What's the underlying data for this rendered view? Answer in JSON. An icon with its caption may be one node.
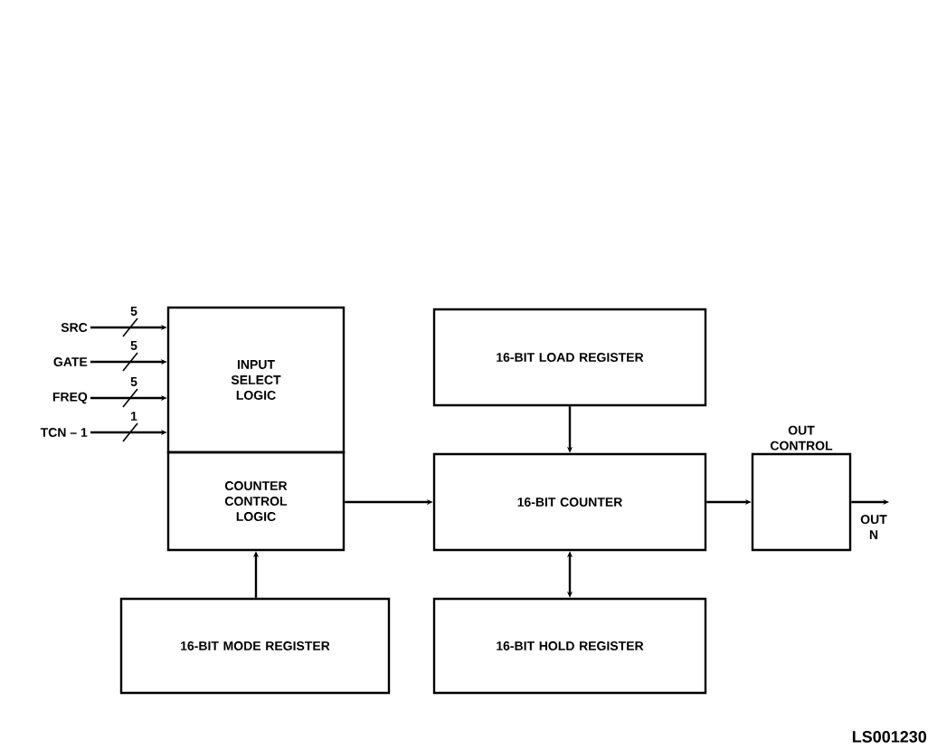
{
  "diagram": {
    "nodes": [
      {
        "text": [
          "INPUT SELECT LOGIC"
        ]
      },
      {
        "text": [
          "COUNTER CONTROL LOGIC"
        ]
      },
      {
        "text": [
          "16-BIT MODE REGISTER"
        ]
      },
      {
        "text": [
          "16-BIT LOAD REGISTER"
        ]
      },
      {
        "text": [
          "16-BIT COUNTER"
        ]
      },
      {
        "text": [
          "16-BIT HOLD REGISTER"
        ]
      },
      {
        "text": [
          "OUT CONTROL"
        ]
      },
      {
        "text": [
          "SRC"
        ]
      },
      {
        "text": [
          "GATE"
        ]
      },
      {
        "text": [
          "FREQ"
        ]
      },
      {
        "text": [
          "TCN – 1"
        ]
      },
      {
        "text": [
          "OUT N"
        ]
      }
    ],
    "edges": [
      {
        "from": 7,
        "to": 0,
        "arrow": "to",
        "label": "5"
      },
      {
        "from": 8,
        "to": 0,
        "arrow": "to",
        "label": "5"
      },
      {
        "from": 9,
        "to": 0,
        "arrow": "to",
        "label": "5"
      },
      {
        "from": 10,
        "to": 0,
        "arrow": "to",
        "label": "1"
      },
      {
        "from": 1,
        "to": 4,
        "arrow": "to"
      },
      {
        "from": 2,
        "to": 1,
        "arrow": "to"
      },
      {
        "from": 3,
        "to": 4,
        "arrow": "to"
      },
      {
        "from": 5,
        "to": 4,
        "arrow": "both"
      },
      {
        "from": 4,
        "to": 6,
        "arrow": "to"
      },
      {
        "from": 6,
        "to": 11,
        "arrow": "to"
      }
    ],
    "labels": [
      "LS001230"
    ]
  }
}
